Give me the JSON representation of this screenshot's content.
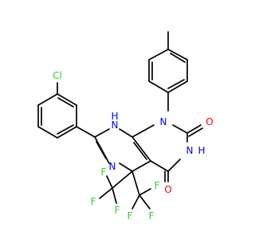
{
  "colors": {
    "carbon_bond": "#000000",
    "nitrogen": "#0000ff",
    "oxygen": "#ff0000",
    "fluorine": "#33cc33",
    "chlorine": "#33cc33",
    "background": "#ffffff"
  },
  "atoms": {
    "cl": "Cl",
    "nh1": "H",
    "nh1_n": "N",
    "n_aryl": "N",
    "n_imine": "N",
    "o_top": "O",
    "nh2_n": "N",
    "nh2_h": "H",
    "o_bottom": "O",
    "f_list": [
      "F",
      "F",
      "F",
      "F",
      "F",
      "F"
    ]
  }
}
